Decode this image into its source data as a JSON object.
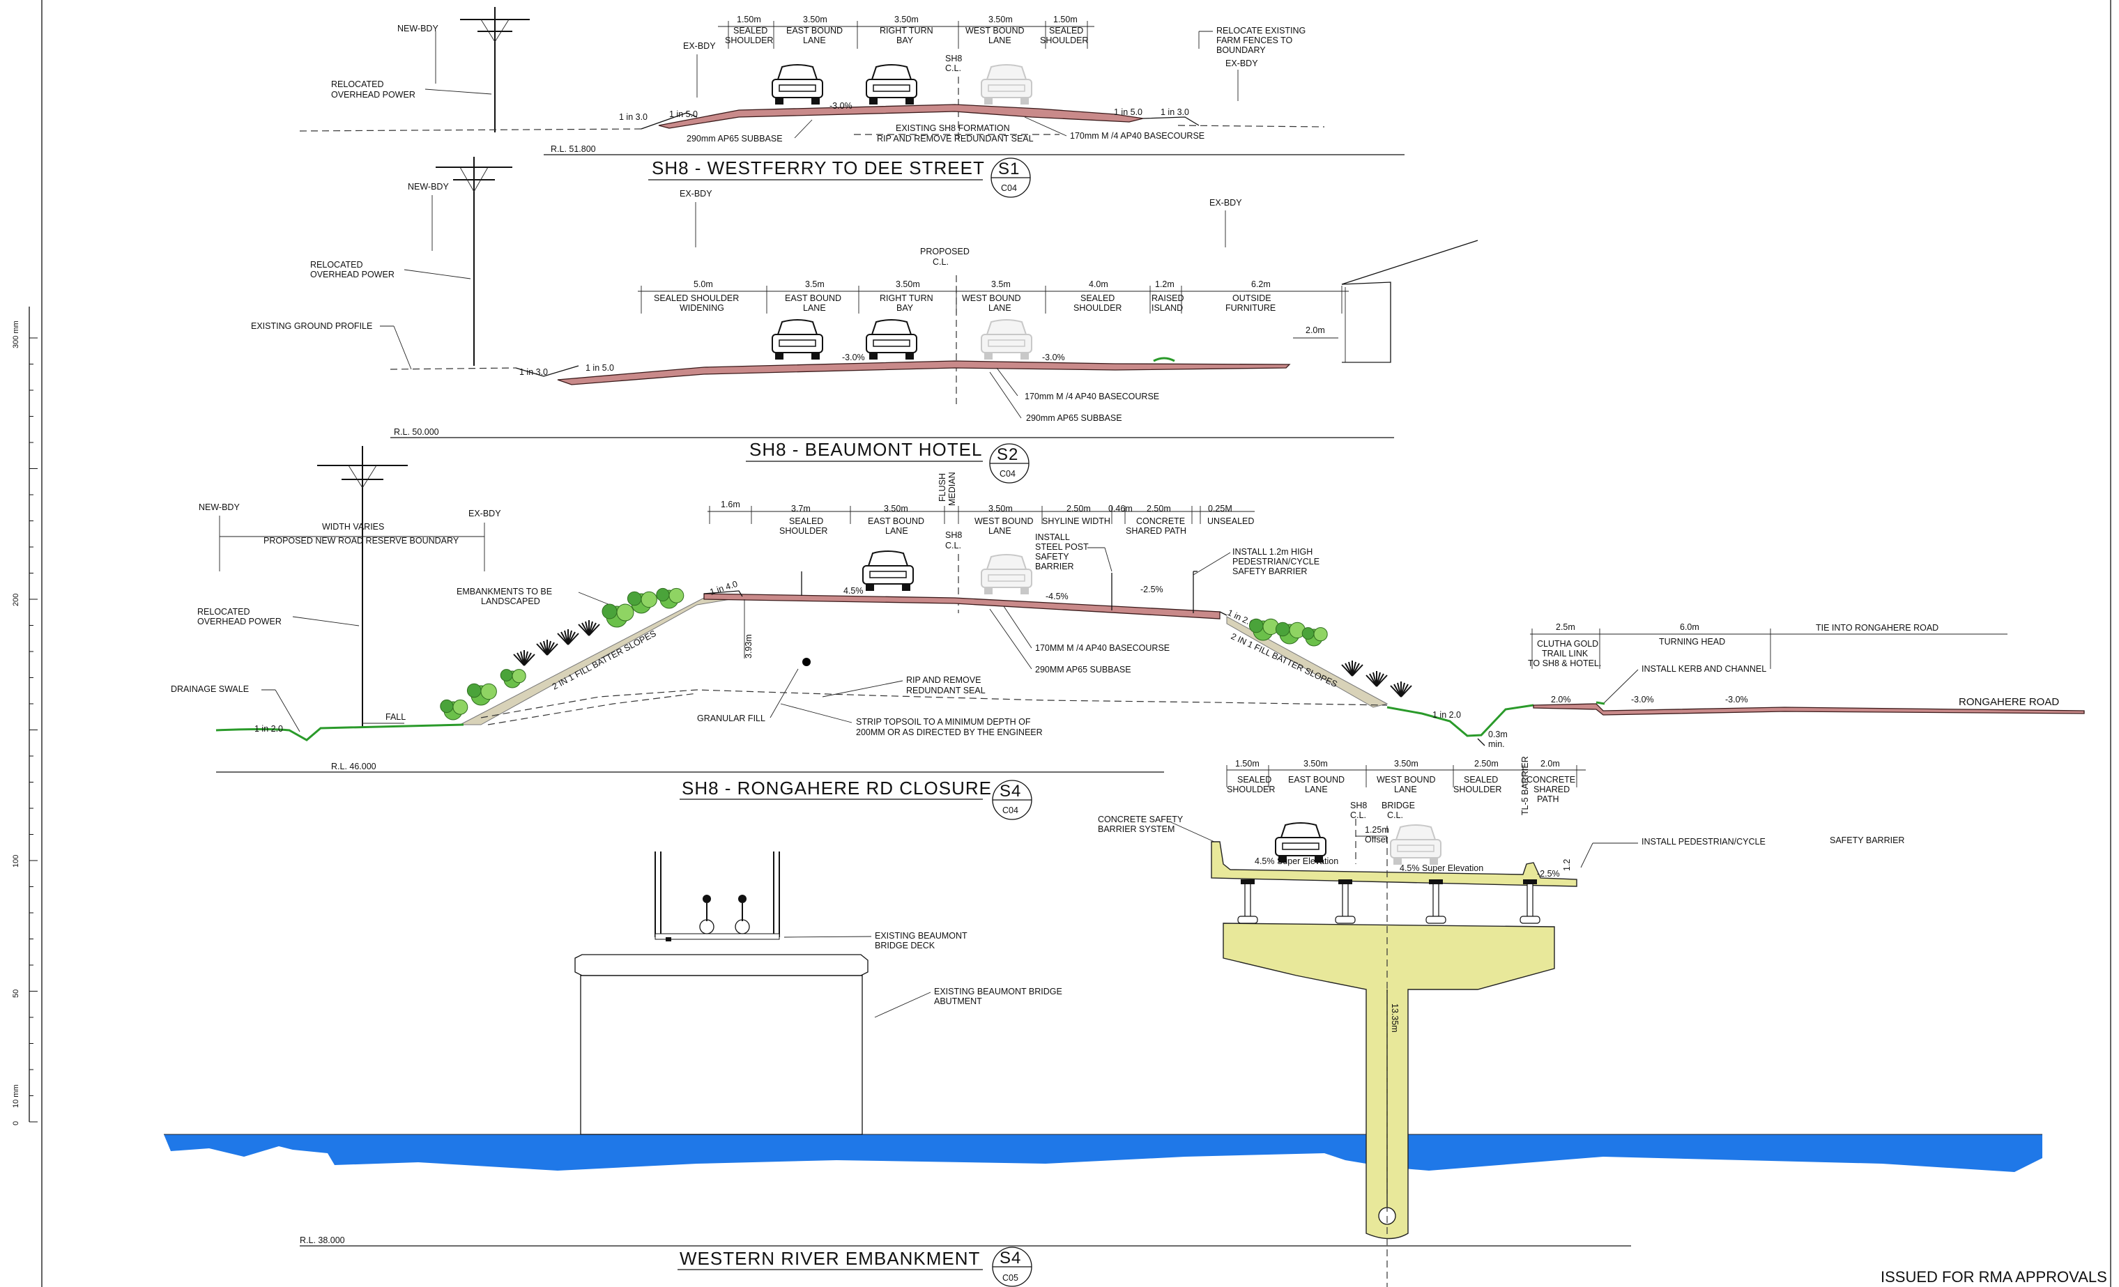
{
  "scale": {
    "ticks": [
      "300 mm",
      "200",
      "100",
      "50",
      "10 mm",
      "0"
    ]
  },
  "s1": {
    "title": "SH8 - WESTFERRY TO DEE STREET",
    "tag": "S1",
    "ref": "C04",
    "rl": "R.L. 51.800",
    "new_bdy": "NEW-BDY",
    "ex_bdy": "EX-BDY",
    "relocated_power": [
      "RELOCATED",
      "OVERHEAD POWER"
    ],
    "relocate_fences": [
      "RELOCATE EXISTING",
      "FARM FENCES TO",
      "BOUNDARY",
      "EX-BDY"
    ],
    "dims": [
      "1.50m",
      "3.50m",
      "3.50m",
      "3.50m",
      "1.50m"
    ],
    "lanes": [
      [
        "SEALED",
        "SHOULDER"
      ],
      [
        "EAST BOUND",
        "LANE"
      ],
      [
        "RIGHT TURN",
        "BAY"
      ],
      [
        "WEST BOUND",
        "LANE"
      ],
      [
        "SEALED",
        "SHOULDER"
      ]
    ],
    "cl": [
      "SH8",
      "C.L."
    ],
    "slope_l1": "1 in 3.0",
    "slope_l2": "1 in 5.0",
    "slope_r1": "1 in 5.0",
    "slope_r2": "1 in 3.0",
    "xfall": "-3.0%",
    "subbase": "290mm AP65 SUBBASE",
    "formation": "EXISTING SH8 FORMATION",
    "rip": "RIP AND REMOVE REDUNDANT SEAL",
    "basecourse": "170mm M /4 AP40 BASECOURSE"
  },
  "s2": {
    "title": "SH8 - BEAUMONT HOTEL",
    "tag": "S2",
    "ref": "C04",
    "rl": "R.L. 50.000",
    "new_bdy": "NEW-BDY",
    "ex_bdy": "EX-BDY",
    "relocated_power": [
      "RELOCATED",
      "OVERHEAD POWER"
    ],
    "ground_profile": "EXISTING GROUND PROFILE",
    "proposed_cl": [
      "PROPOSED",
      "C.L."
    ],
    "dims": [
      "5.0m",
      "3.5m",
      "3.50m",
      "3.5m",
      "4.0m",
      "1.2m",
      "6.2m"
    ],
    "lanes": [
      [
        "SEALED SHOULDER",
        "WIDENING"
      ],
      [
        "EAST BOUND",
        "LANE"
      ],
      [
        "RIGHT TURN",
        "BAY"
      ],
      [
        "WEST BOUND",
        "LANE"
      ],
      [
        "SEALED",
        "SHOULDER"
      ],
      [
        "RAISED",
        "ISLAND"
      ],
      [
        "OUTSIDE",
        "FURNITURE"
      ]
    ],
    "setback": "2.0m",
    "slope_1": "1 in 3.0",
    "slope_2": "1 in 5.0",
    "xfall_l": "-3.0%",
    "xfall_r": "-3.0%",
    "basecourse": "170mm M /4 AP40 BASECOURSE",
    "subbase": "290mm AP65 SUBBASE"
  },
  "s3": {
    "title": "SH8 - RONGAHERE RD CLOSURE",
    "tag": "S4",
    "ref": "C04",
    "rl": "R.L. 46.000",
    "new_bdy": "NEW-BDY",
    "ex_bdy": "EX-BDY",
    "width_varies": "WIDTH VARIES",
    "reserve": "PROPOSED NEW ROAD RESERVE BOUNDARY",
    "relocated_power": [
      "RELOCATED",
      "OVERHEAD POWER"
    ],
    "landscaped": [
      "EMBANKMENTS TO BE",
      "LANDSCAPED"
    ],
    "swale": "DRAINAGE SWALE",
    "fall": "FALL",
    "swale_slope": "1 in 2.0",
    "slope_l": "1 in 4.0",
    "batter_l": "2 IN 1 FILL BATTER SLOPES",
    "batter_r": "2 IN 1 FILL BATTER SLOPES",
    "height": "3.93m",
    "granular": "GRANULAR FILL",
    "rip": [
      "RIP AND REMOVE",
      "REDUNDANT SEAL"
    ],
    "strip": [
      "STRIP TOPSOIL TO A MINIMUM DEPTH OF",
      "200MM OR AS DIRECTED BY THE ENGINEER"
    ],
    "dims": [
      "1.6m",
      "3.7m",
      "3.50m",
      "3.50m",
      "2.50m",
      "0.46m",
      "2.50m",
      "0.25M"
    ],
    "flush_median": [
      "FLUSH",
      "MEDIAN"
    ],
    "cl": [
      "SH8",
      "C.L."
    ],
    "lanes": [
      [
        "SEALED",
        "SHOULDER"
      ],
      [
        "EAST BOUND",
        "LANE"
      ],
      [
        "WEST BOUND",
        "LANE"
      ],
      [
        "SHYLINE WIDTH"
      ],
      [
        "CONCRETE",
        "SHARED PATH"
      ],
      [
        "UNSEALED"
      ]
    ],
    "steel_barrier": [
      "INSTALL",
      "STEEL POST",
      "SAFETY",
      "BARRIER"
    ],
    "ped_barrier": [
      "INSTALL 1.2m HIGH",
      "PEDESTRIAN/CYCLE",
      "SAFETY BARRIER"
    ],
    "xfall_l": "4.5%",
    "xfall_r": "-4.5%",
    "xfall_path": "-2.5%",
    "slope_r": "1 in 2.0",
    "basecourse": "170MM M /4 AP40 BASECOURSE",
    "subbase": "290MM AP65 SUBBASE",
    "min": [
      "0.3m",
      "min."
    ],
    "trail_dim": "2.5m",
    "turning_dim": "6.0m",
    "trail": [
      "CLUTHA GOLD",
      "TRAIL LINK",
      "TO SH8 & HOTEL."
    ],
    "turning": "TURNING HEAD",
    "tie": "TIE INTO RONGAHERE ROAD",
    "kerb": "INSTALL KERB AND CHANNEL",
    "xf1": "2.0%",
    "xf2": "-3.0%",
    "xf3": "-3.0%",
    "road": "RONGAHERE ROAD"
  },
  "s4": {
    "title": "WESTERN RIVER EMBANKMENT",
    "tag": "S4",
    "ref": "C05",
    "rl": "R.L. 38.000",
    "existing_deck": [
      "EXISTING BEAUMONT",
      "BRIDGE DECK"
    ],
    "existing_abut": [
      "EXISTING BEAUMONT BRIDGE",
      "ABUTMENT"
    ],
    "dims": [
      "1.50m",
      "3.50m",
      "3.50m",
      "2.50m",
      "2.0m"
    ],
    "lanes": [
      [
        "SEALED",
        "SHOULDER"
      ],
      [
        "EAST BOUND",
        "LANE"
      ],
      [
        "WEST BOUND",
        "LANE"
      ],
      [
        "SEALED",
        "SHOULDER"
      ],
      [
        "CONCRETE",
        "SHARED",
        "PATH"
      ]
    ],
    "sh8cl": [
      "SH8",
      "C.L."
    ],
    "bridgecl": [
      "BRIDGE",
      "C.L."
    ],
    "offset": [
      "1.25m",
      "Offset"
    ],
    "tl5": "TL-5 BARRIER",
    "concrete_barrier": [
      "CONCRETE SAFETY",
      "BARRIER SYSTEM"
    ],
    "ped_barrier": "INSTALL PEDESTRIAN/CYCLE",
    "safety_barrier": "SAFETY BARRIER",
    "super_l": "4.5% Super Elevation",
    "super_r": "4.5% Super Elevation",
    "xfall_path": "-2.5%",
    "barrier_h": "1.2",
    "pile": "13.35m"
  },
  "stamp": "ISSUED FOR RMA APPROVALS"
}
